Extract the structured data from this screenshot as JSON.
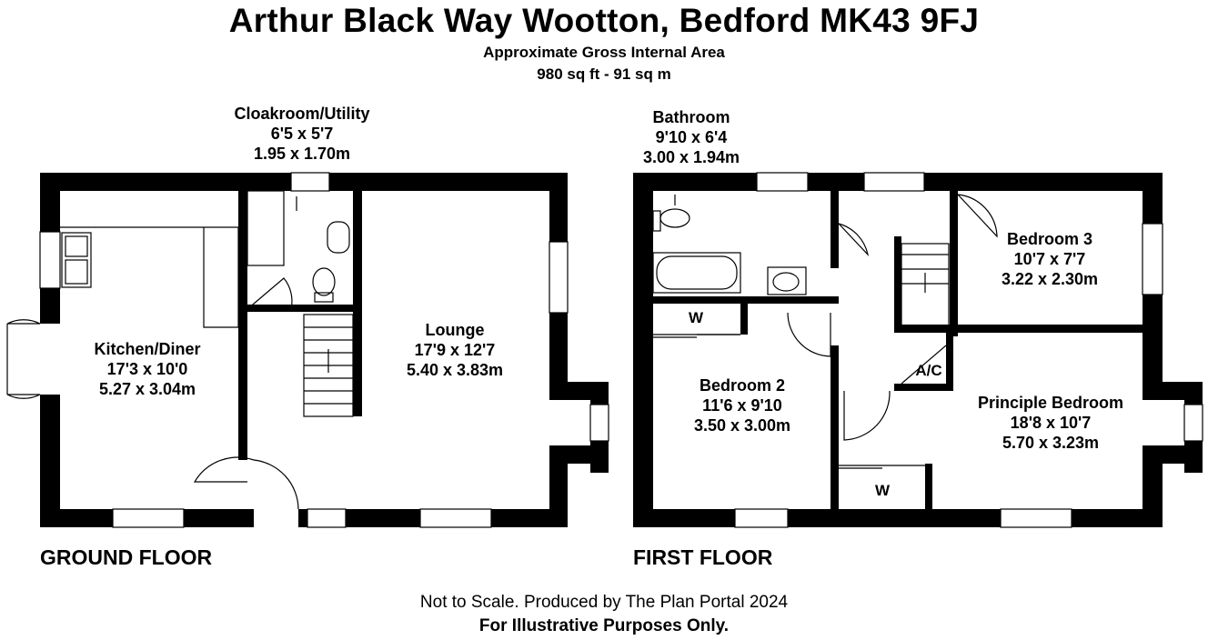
{
  "header": {
    "title": "Arthur Black Way Wootton, Bedford MK43 9FJ",
    "area_label": "Approximate Gross Internal Area",
    "area_value": "980 sq ft - 91 sq m"
  },
  "floors": {
    "ground": "GROUND FLOOR",
    "first": "FIRST FLOOR"
  },
  "rooms": {
    "cloakroom": {
      "name": "Cloakroom/Utility",
      "imperial": "6'5 x 5'7",
      "metric": "1.95 x 1.70m"
    },
    "kitchen": {
      "name": "Kitchen/Diner",
      "imperial": "17'3 x 10'0",
      "metric": "5.27 x 3.04m"
    },
    "lounge": {
      "name": "Lounge",
      "imperial": "17'9 x 12'7",
      "metric": "5.40 x 3.83m"
    },
    "bathroom": {
      "name": "Bathroom",
      "imperial": "9'10 x 6'4",
      "metric": "3.00 x 1.94m"
    },
    "bedroom3": {
      "name": "Bedroom 3",
      "imperial": "10'7 x 7'7",
      "metric": "3.22 x 2.30m"
    },
    "bedroom2": {
      "name": "Bedroom 2",
      "imperial": "11'6 x 9'10",
      "metric": "3.50 x 3.00m"
    },
    "principle": {
      "name": "Principle Bedroom",
      "imperial": "18'8 x 10'7",
      "metric": "5.70 x 3.23m"
    }
  },
  "fixtures": {
    "wardrobe_1": "W",
    "wardrobe_2": "W",
    "airing_cupboard": "A/C"
  },
  "footer": {
    "scale_note": "Not to Scale. Produced by The Plan Portal 2024",
    "purpose_note": "For Illustrative Purposes Only."
  }
}
